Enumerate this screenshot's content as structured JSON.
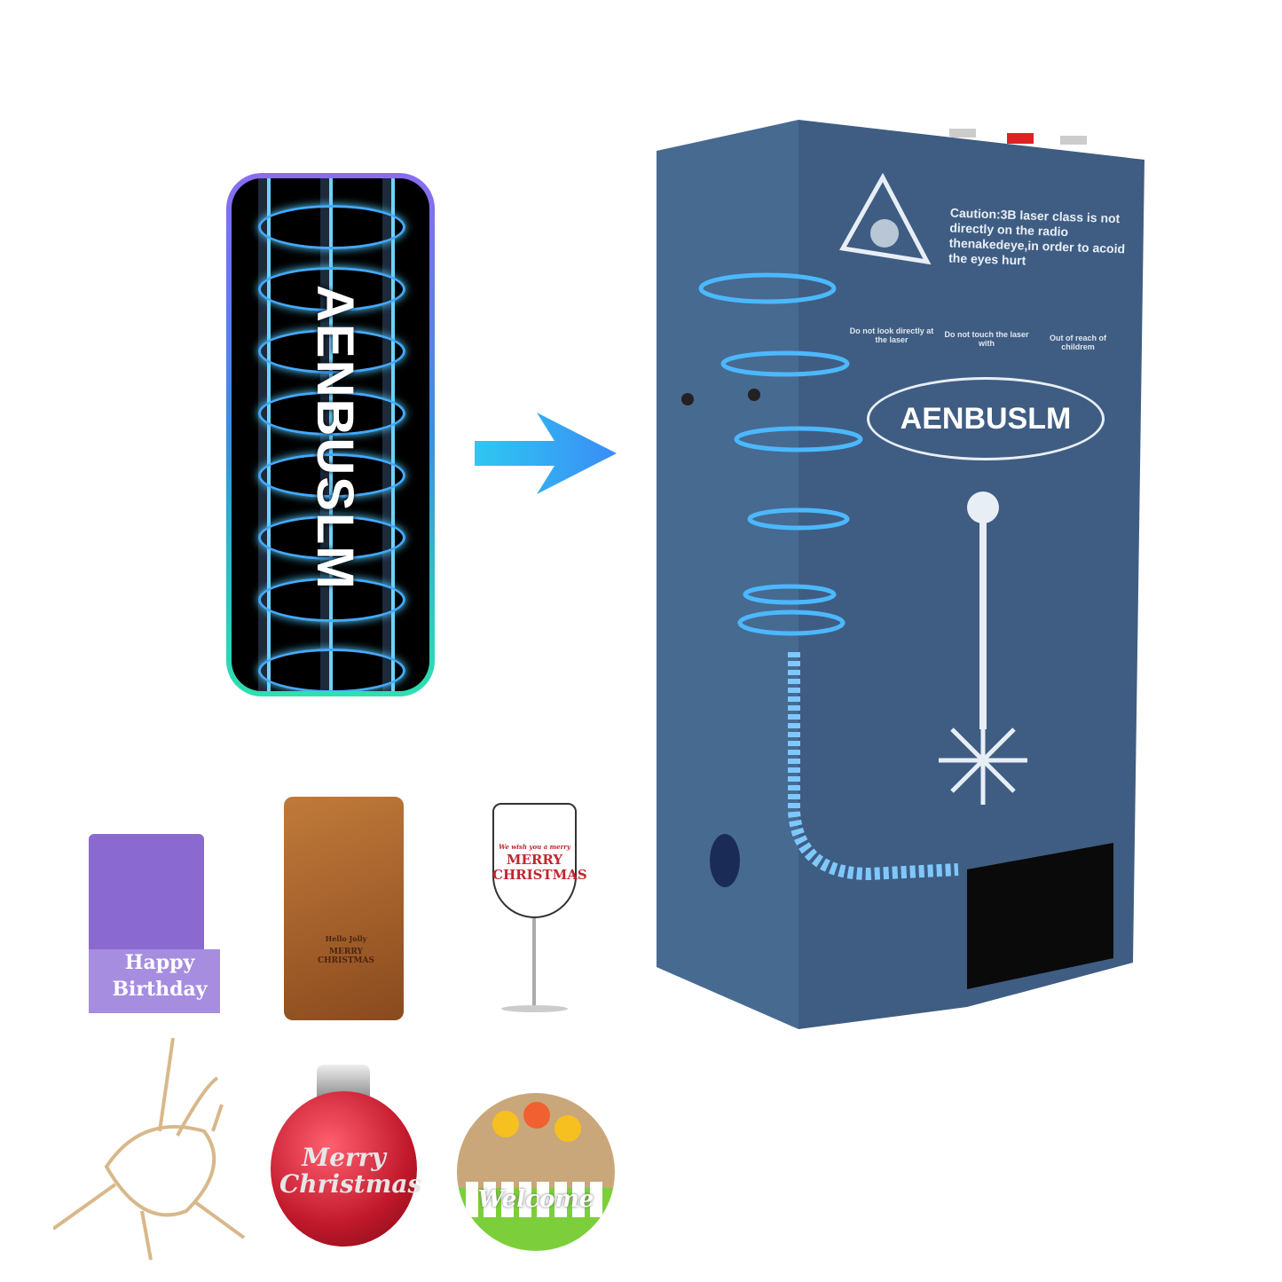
{
  "module": {
    "brand_vertical": "AENBUSLM"
  },
  "machine": {
    "brand": "AENBUSLM",
    "caution": "Caution:3B laser class is not directly on the radio thenakedeye,in order to acoid the eyes hurt",
    "warnings": [
      "Do not look directly at the laser",
      "Do not touch the laser with",
      "Out of reach of childrem"
    ],
    "color": "#3f5d82"
  },
  "products": {
    "card": "Happy Birthday",
    "wallet": "MERRY CHRISTMAS",
    "wallet_small": "Hello Jolly",
    "glass_top": "We wish you a merry",
    "glass": "MERRY CHRISTMAS",
    "ornament": "Merry Christmas",
    "sign": "Welcome"
  }
}
